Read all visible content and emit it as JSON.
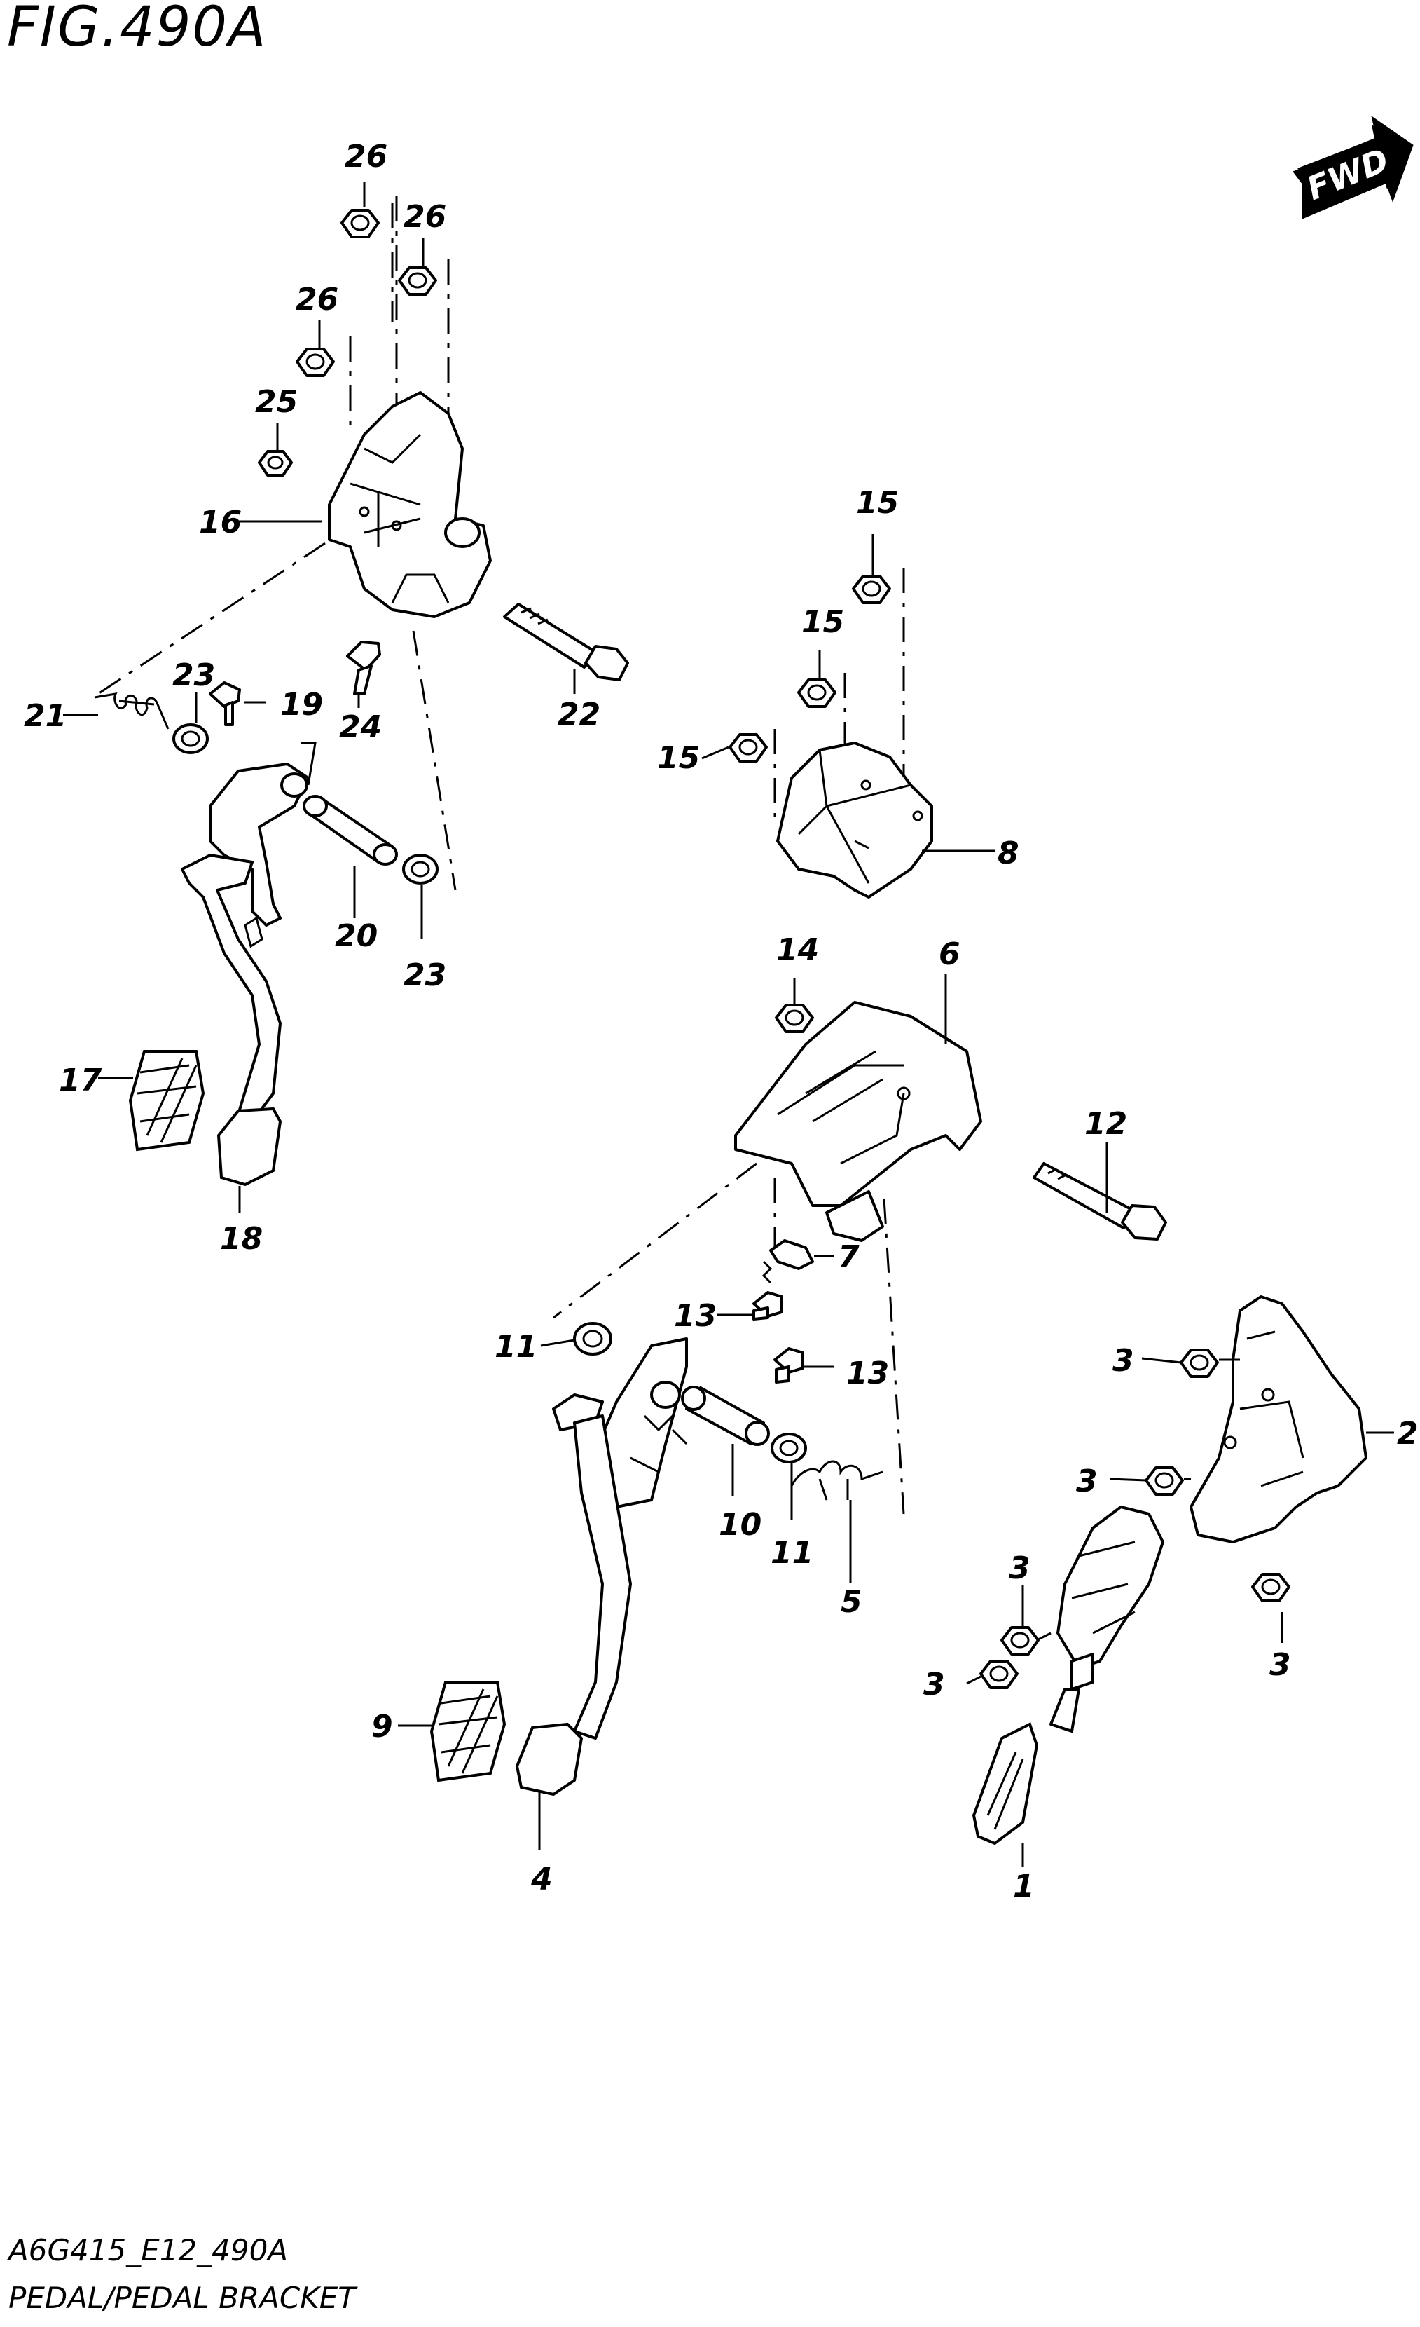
{
  "figure": {
    "title": "FIG.490A",
    "model_code": "A6G415_E12_490A",
    "description": "PEDAL/PEDAL BRACKET",
    "fwd_label": "FWD"
  },
  "callouts": [
    {
      "id": "c26a",
      "label": "26"
    },
    {
      "id": "c26b",
      "label": "26"
    },
    {
      "id": "c26c",
      "label": "26"
    },
    {
      "id": "c25",
      "label": "25"
    },
    {
      "id": "c16",
      "label": "16"
    },
    {
      "id": "c21",
      "label": "21"
    },
    {
      "id": "c23a",
      "label": "23"
    },
    {
      "id": "c19",
      "label": "19"
    },
    {
      "id": "c24",
      "label": "24"
    },
    {
      "id": "c22",
      "label": "22"
    },
    {
      "id": "c20",
      "label": "20"
    },
    {
      "id": "c23b",
      "label": "23"
    },
    {
      "id": "c17",
      "label": "17"
    },
    {
      "id": "c18",
      "label": "18"
    },
    {
      "id": "c15a",
      "label": "15"
    },
    {
      "id": "c15b",
      "label": "15"
    },
    {
      "id": "c15c",
      "label": "15"
    },
    {
      "id": "c8",
      "label": "8"
    },
    {
      "id": "c14",
      "label": "14"
    },
    {
      "id": "c6",
      "label": "6"
    },
    {
      "id": "c12",
      "label": "12"
    },
    {
      "id": "c7",
      "label": "7"
    },
    {
      "id": "c13a",
      "label": "13"
    },
    {
      "id": "c13b",
      "label": "13"
    },
    {
      "id": "c11a",
      "label": "11"
    },
    {
      "id": "c10",
      "label": "10"
    },
    {
      "id": "c11b",
      "label": "11"
    },
    {
      "id": "c5",
      "label": "5"
    },
    {
      "id": "c9",
      "label": "9"
    },
    {
      "id": "c4",
      "label": "4"
    },
    {
      "id": "c3a",
      "label": "3"
    },
    {
      "id": "c2",
      "label": "2"
    },
    {
      "id": "c3b",
      "label": "3"
    },
    {
      "id": "c3c",
      "label": "3"
    },
    {
      "id": "c3d",
      "label": "3"
    },
    {
      "id": "c3e",
      "label": "3"
    },
    {
      "id": "c1",
      "label": "1"
    }
  ]
}
